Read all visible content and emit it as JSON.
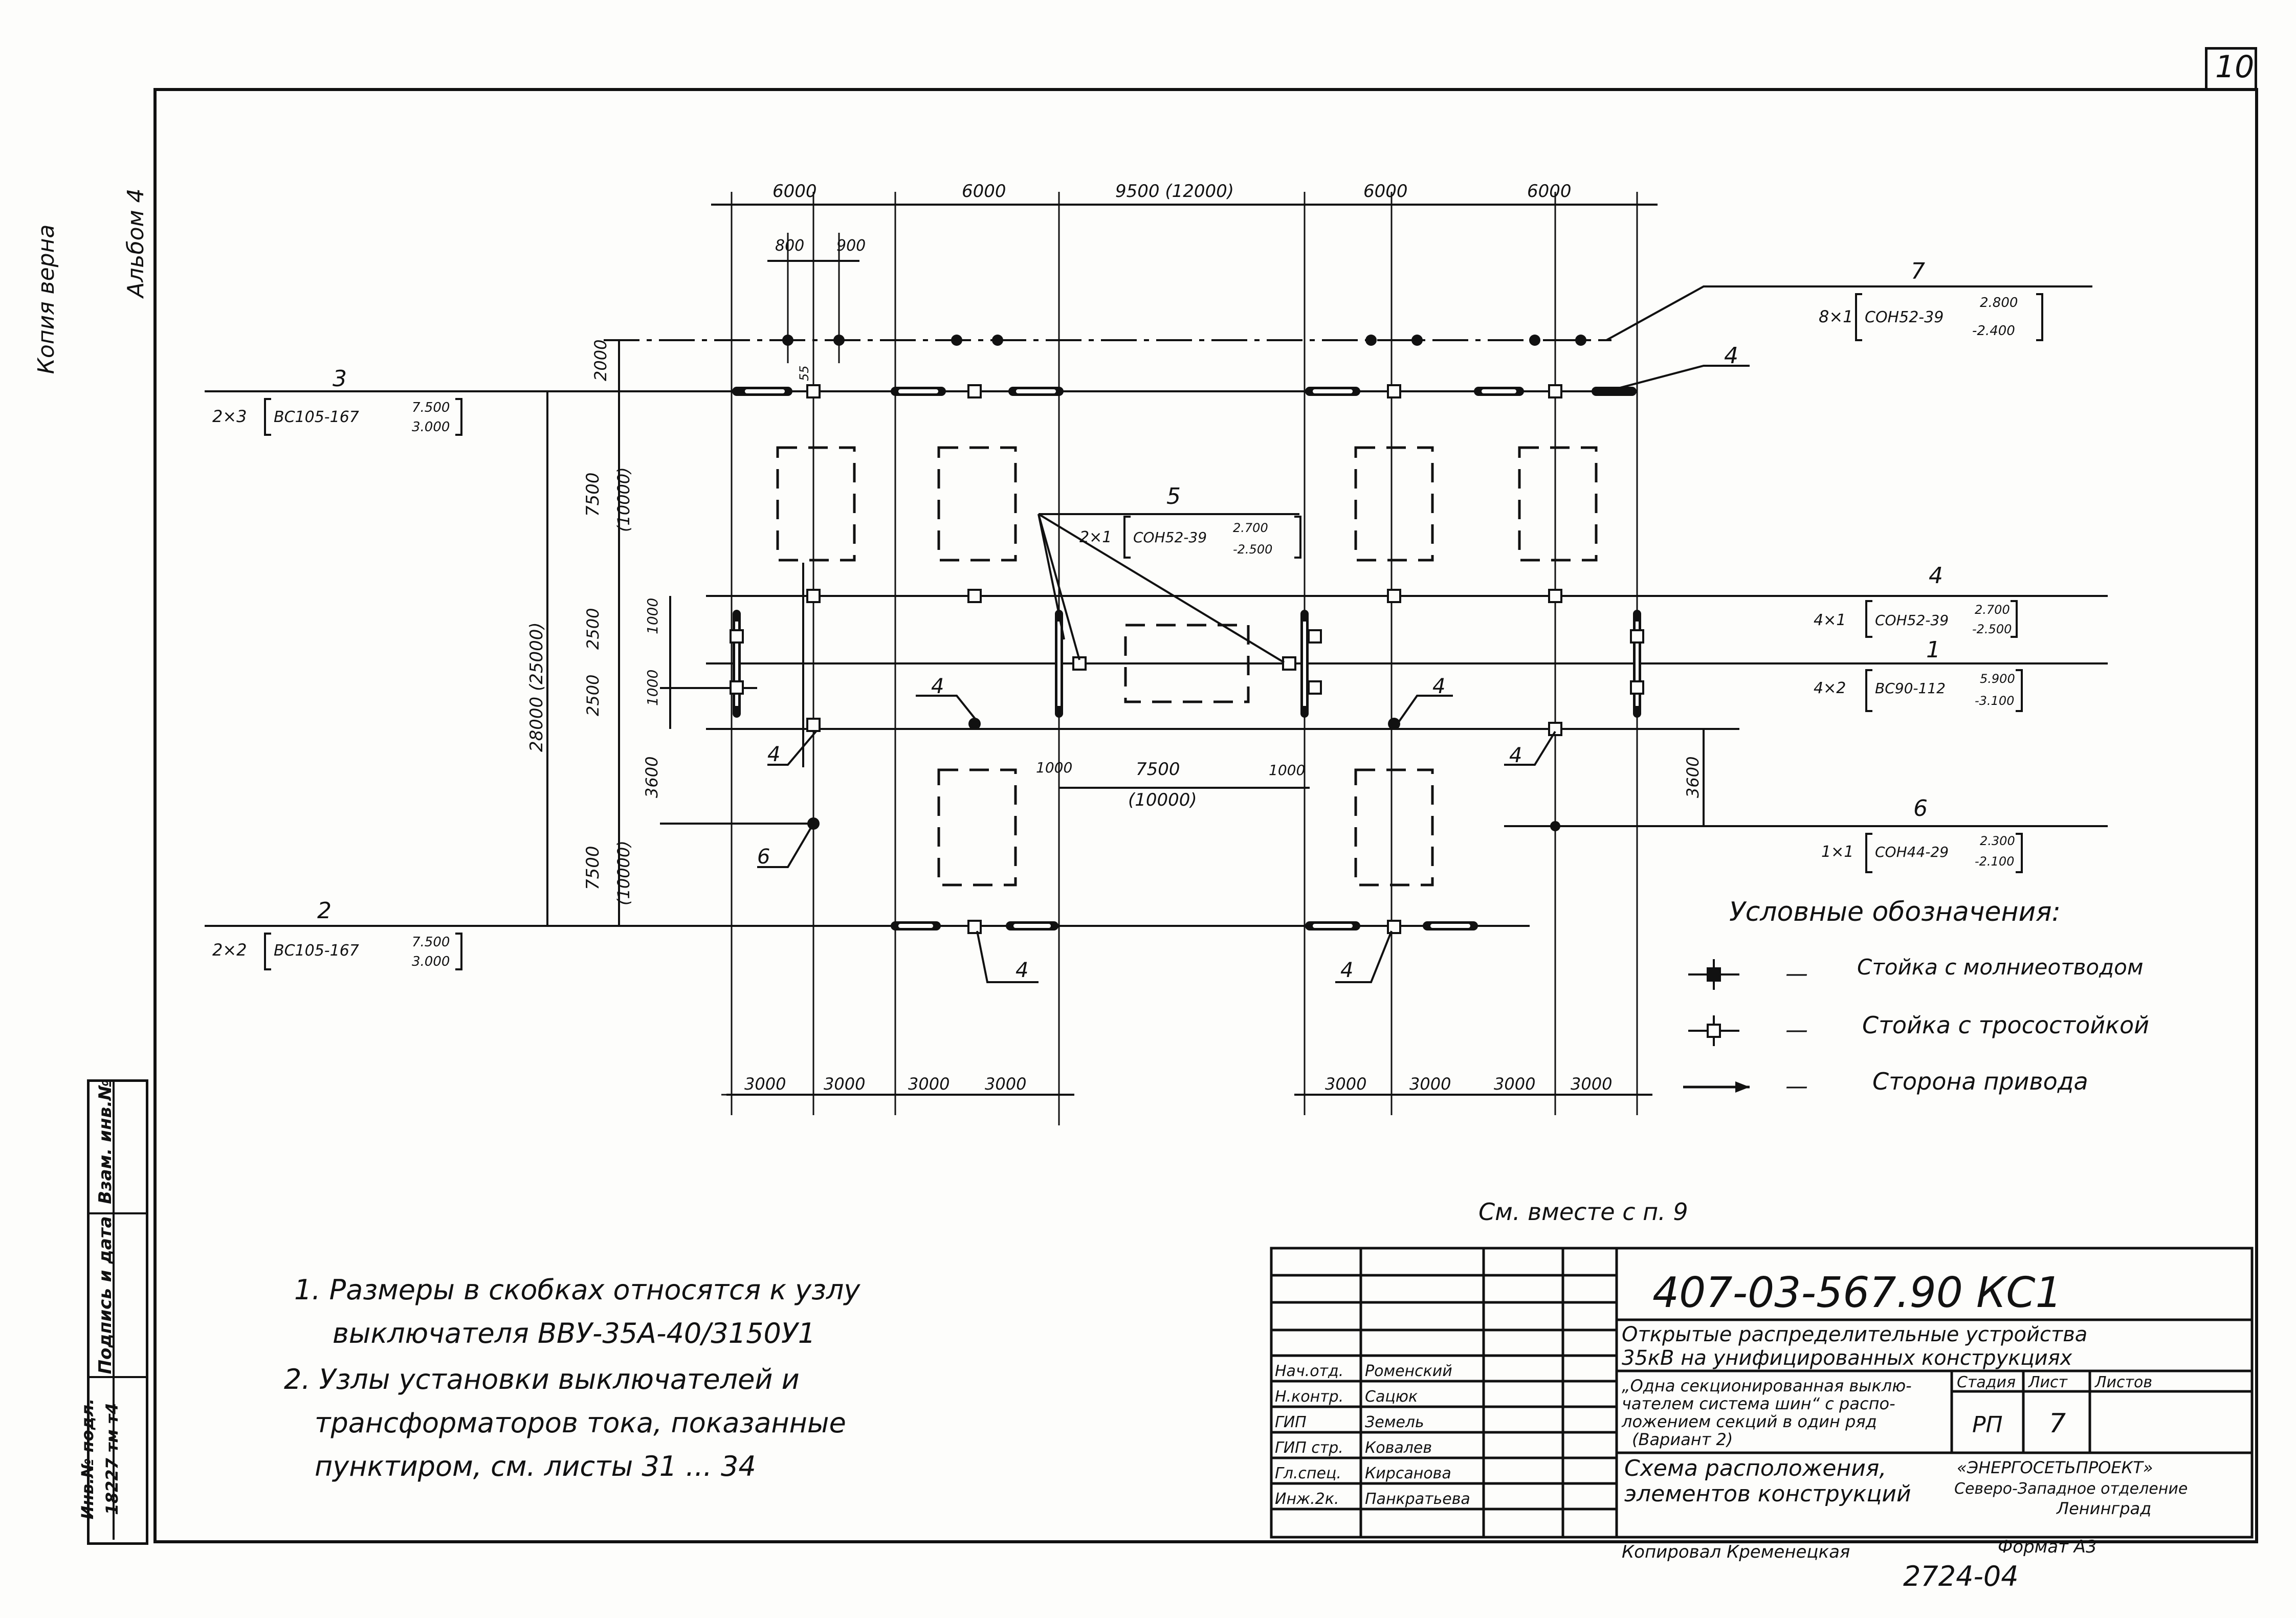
{
  "sheet_corner_number": "10",
  "side_stamp": {
    "album": "Альбом 4",
    "copy": "Копия верна",
    "inv_label": "Инв.№ подл.",
    "inv_value": "18227 тм т4",
    "sign_label": "Подпись и дата",
    "replace_label": "Взам. инв.№"
  },
  "top_dims": {
    "spans": [
      "6000",
      "6000",
      "9500 (12000)",
      "6000",
      "6000"
    ],
    "small": [
      "800",
      "900"
    ]
  },
  "left_dims": {
    "total": "28000 (25000)",
    "v_2000": "2000",
    "v_7500_a": "7500",
    "v_7500_a_alt": "(10000)",
    "v_2500_a": "2500",
    "v_2500_b": "2500",
    "v_1000_a": "1000",
    "v_1000_b": "1000",
    "v_3600_left": "3600",
    "v_7500_b": "7500",
    "v_7500_b_alt": "(10000)",
    "v_3600_right": "3600",
    "v_55": "55"
  },
  "mid_dims": {
    "d_1000_l": "1000",
    "d_7500": "7500",
    "d_10000": "(10000)",
    "d_1000_r": "1000"
  },
  "bottom_dims": {
    "left": [
      "3000",
      "3000",
      "3000",
      "3000"
    ],
    "right": [
      "3000",
      "3000",
      "3000",
      "3000"
    ]
  },
  "callouts": {
    "c3": {
      "num": "3",
      "qty": "2×3",
      "mark": "ВС105-167",
      "top": "7.500",
      "bottom": "3.000"
    },
    "c2": {
      "num": "2",
      "qty": "2×2",
      "mark": "ВС105-167",
      "top": "7.500",
      "bottom": "3.000"
    },
    "c7": {
      "num": "7",
      "qty": "8×1",
      "mark": "СОН52-39",
      "top": "2.800",
      "bottom": "-2.400"
    },
    "c5": {
      "num": "5",
      "qty": "2×1",
      "mark": "СОН52-39",
      "top": "2.700",
      "bottom": "-2.500"
    },
    "c4": {
      "num": "4",
      "qty": "4×1",
      "mark": "СОН52-39",
      "top": "2.700",
      "bottom": "-2.500"
    },
    "c1": {
      "num": "1",
      "qty": "4×2",
      "mark": "ВС90-112",
      "top": "5.900",
      "bottom": "-3.100"
    },
    "c6": {
      "num": "6",
      "qty": "1×1",
      "mark": "СОН44-29",
      "top": "2.300",
      "bottom": "-2.100"
    },
    "four": "4",
    "six": "6"
  },
  "legend": {
    "title": "Условные обозначения:",
    "items": [
      {
        "icon": "post-with-lightning-rod",
        "dash": "—",
        "label": "Стойка с молниеотводом"
      },
      {
        "icon": "post-with-cable-stand",
        "dash": "—",
        "label": "Стойка с тросостойкой"
      },
      {
        "icon": "drive-side-arrow",
        "dash": "—",
        "label": "Сторона привода"
      }
    ]
  },
  "see_also": "См. вместе с п. 9",
  "notes": [
    "1. Размеры в скобках относятся к узлу",
    "выключателя ВВУ-35А-40/3150У1",
    "2. Узлы установки выключателей и",
    "трансформаторов тока, показанные",
    "пунктиром, см. листы 31 ... 34"
  ],
  "title_block": {
    "doc_code": "407-03-567.90 КС1",
    "project": "Открытые распределительные устройства 35кВ на унифицированных конструкциях",
    "subtitle": "„Одна секционированная выключателем система шин“ с расположением секций в один ряд (Вариант 2)",
    "sheet_name": "Схема расположения, элементов конструкций",
    "org": "«ЭНЕРГОСЕТЬПРОЕКТ» Северо-Западное отделение Ленинград",
    "stage_label": "Стадия",
    "sheet_label": "Лист",
    "sheets_label": "Листов",
    "stage": "РП",
    "sheet": "7",
    "sheets": "",
    "roles": [
      {
        "role": "Нач.отд.",
        "name": "Роменский"
      },
      {
        "role": "Н.контр.",
        "name": "Сацюк"
      },
      {
        "role": "ГИП",
        "name": "Земель"
      },
      {
        "role": "ГИП стр.",
        "name": "Ковалев"
      },
      {
        "role": "Гл.спец.",
        "name": "Кирсанова"
      },
      {
        "role": "Инж.2к.",
        "name": "Панкратьева"
      }
    ]
  },
  "footer": {
    "copied": "Копировал Кременецкая",
    "format": "Формат А3",
    "number": "2724-04"
  }
}
